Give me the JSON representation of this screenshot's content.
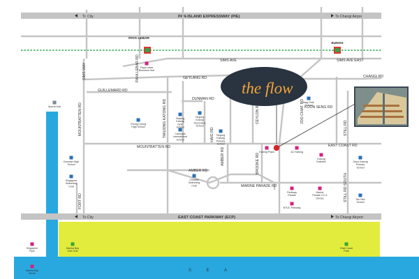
{
  "highways": {
    "pie": {
      "name": "PAN-ISLAND EXPRESSWAY (PIE)",
      "left": "To City",
      "right": "To Changi Airport"
    },
    "ecp": {
      "name": "EAST COAST PARKWAY (ECP)",
      "left": "To City",
      "right": "To Changi Airport"
    }
  },
  "stations": {
    "paya_lebar": "PAYA LEBAR",
    "eunos": "EUNOS"
  },
  "roads": {
    "sims_ave": "SIMS AVE",
    "sims_ave_east": "SIMS AVE EAST",
    "changi_rd": "CHANGI RD",
    "geylang_rd": "GEYLANG RD",
    "guillemard_rd": "GUILLEMARD RD",
    "dunman_rd": "DUNMAN RD",
    "koon_seng_rd": "KOON SENG RD",
    "mountbatten_rd_h": "MOUNTBATTEN RD",
    "mountbatten_rd_v": "MOUNTBATTEN RD",
    "east_coast_rd": "EAST COAST RD",
    "amber_rd": "AMBER RD",
    "marine_parade_rd": "MARINE PARADE RD",
    "fort_rd": "FORT RD",
    "tanjong_katong_rd": "TANJONG KATONG RD",
    "haig_rd": "HAIG RD",
    "ceylon_rd": "CEYLON RD",
    "joo_chiat_rd": "JOO CHIAT RD",
    "still_rd": "STILL RD",
    "still_rd_south": "STILL RD SOUTH",
    "amber_rd_v": "AMBER RD",
    "paya_lebar_rd": "PAYA LEBAR RD",
    "sims_way": "SIMS WAY",
    "brooke_rd": "BROOKE RD"
  },
  "places": [
    {
      "label": "Sports Hub",
      "kind": "gray"
    },
    {
      "label": "Paya Lebar Business Hub",
      "kind": "pink"
    },
    {
      "label": "Chung Cheng High School",
      "kind": "blue"
    },
    {
      "label": "Tanjong Katong Girls' School",
      "kind": "blue"
    },
    {
      "label": "Tanjong Katong Secondary School",
      "kind": "blue"
    },
    {
      "label": "Canossia International School",
      "kind": "blue"
    },
    {
      "label": "Tanjong Katong Primary School",
      "kind": "blue"
    },
    {
      "label": "Haig Girls' School",
      "kind": "blue"
    },
    {
      "label": "Dunman High School",
      "kind": "blue"
    },
    {
      "label": "Singapore Swimming Club",
      "kind": "blue"
    },
    {
      "label": "Chinese Swimming Club",
      "kind": "blue"
    },
    {
      "label": "Katong Plaza",
      "kind": "pink"
    },
    {
      "label": "112 Katong",
      "kind": "pink"
    },
    {
      "label": "Katong Eateries",
      "kind": "pink"
    },
    {
      "label": "Ortus Katong Primary School",
      "kind": "blue"
    },
    {
      "label": "Parkway Parade",
      "kind": "pink"
    },
    {
      "label": "Marine Parade CC & Library",
      "kind": "pink"
    },
    {
      "label": "NTUC Parkway",
      "kind": "pink"
    },
    {
      "label": "Tao Nan School",
      "kind": "blue"
    },
    {
      "label": "Singapore Flyer",
      "kind": "pink"
    },
    {
      "label": "Marina Bay Golf Club",
      "kind": "green"
    },
    {
      "label": "East Coast Park",
      "kind": "green"
    },
    {
      "label": "Marina Bay Sands",
      "kind": "pink"
    }
  ],
  "sea": "S E A",
  "callout": {
    "brand": "the flow"
  },
  "colors": {
    "sea": "#29a8e0",
    "park": "#e2ec3c",
    "road": "#c4c4c4",
    "rail": "#2aa84a",
    "callout_bg": "#2a3340",
    "brand": "#f2a53a",
    "poi_pink": "#d6207f",
    "poi_blue": "#2c6fb5",
    "poi_green": "#35a63a",
    "poi_gray": "#7a8a95",
    "marker": "#d7232a"
  }
}
